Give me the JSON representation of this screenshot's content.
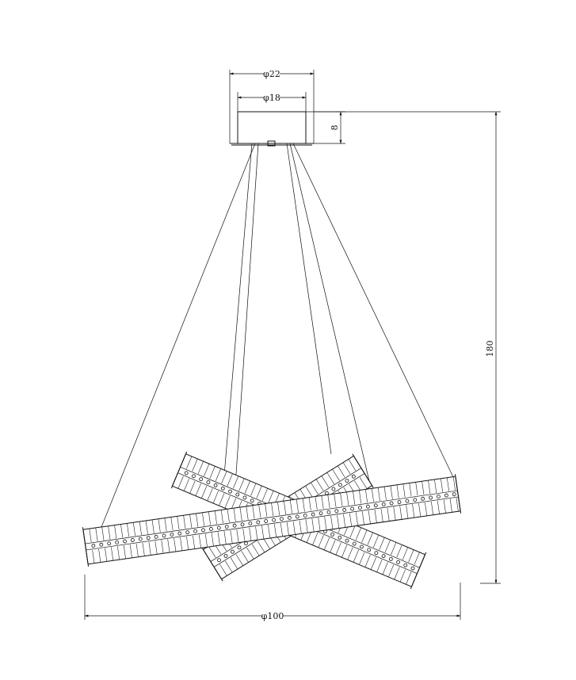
{
  "dimensions": {
    "canopy_outer_diameter": "φ22",
    "canopy_inner_diameter": "φ18",
    "canopy_height": "8",
    "total_height": "180",
    "fixture_diameter": "φ100"
  },
  "colors": {
    "line": "#111111",
    "background": "#ffffff"
  }
}
